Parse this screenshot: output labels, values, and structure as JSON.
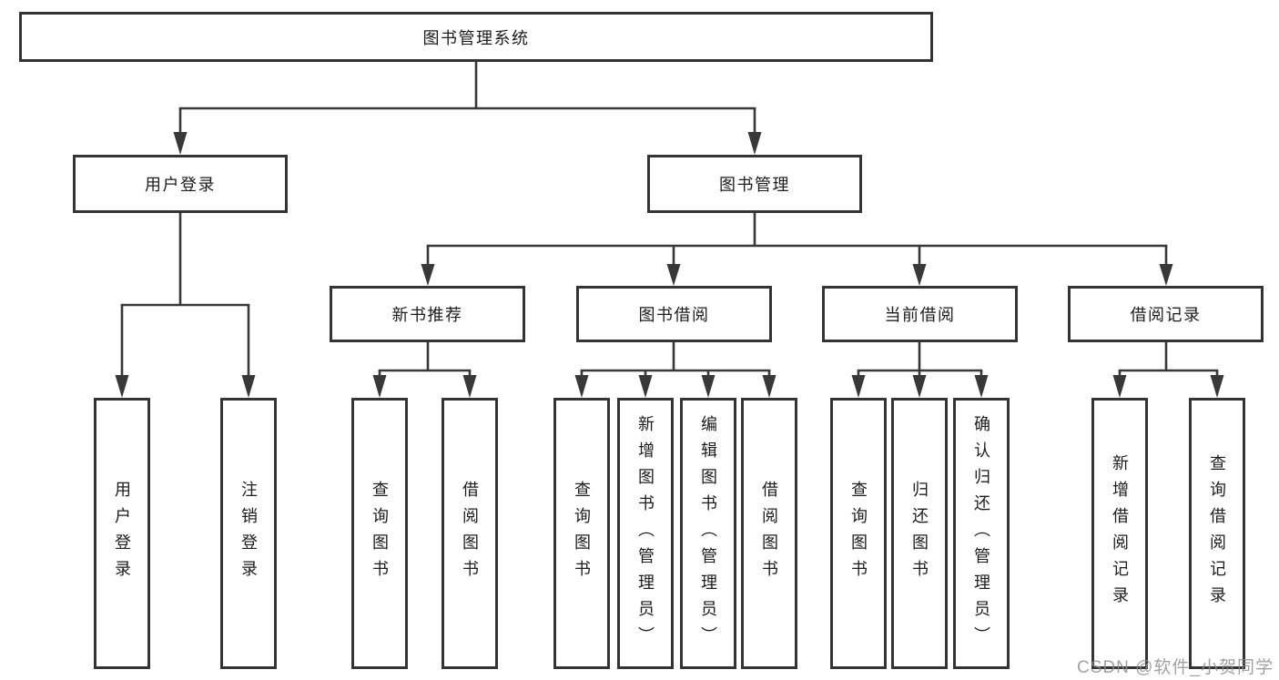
{
  "colors": {
    "line": "#383838",
    "box_border": "#343434",
    "box_fill": "#ffffff",
    "text": "#1c1c1c",
    "watermark": "#8c8c8c",
    "background": "#ffffff"
  },
  "watermark": {
    "text": "CSDN @软件_小贺同学"
  },
  "tree": {
    "label": "图书管理系统",
    "children": [
      {
        "label": "用户登录",
        "children": [
          {
            "label": "用户登录"
          },
          {
            "label": "注销登录"
          }
        ]
      },
      {
        "label": "图书管理",
        "children": [
          {
            "label": "新书推荐",
            "children": [
              {
                "label": "查询图书"
              },
              {
                "label": "借阅图书"
              }
            ]
          },
          {
            "label": "图书借阅",
            "children": [
              {
                "label": "查询图书"
              },
              {
                "label": "新增图书（管理员）"
              },
              {
                "label": "编辑图书（管理员）"
              },
              {
                "label": "借阅图书"
              }
            ]
          },
          {
            "label": "当前借阅",
            "children": [
              {
                "label": "查询图书"
              },
              {
                "label": "归还图书"
              },
              {
                "label": "确认归还（管理员）"
              }
            ]
          },
          {
            "label": "借阅记录",
            "children": [
              {
                "label": "新增借阅记录"
              },
              {
                "label": "查询借阅记录"
              }
            ]
          }
        ]
      }
    ]
  }
}
